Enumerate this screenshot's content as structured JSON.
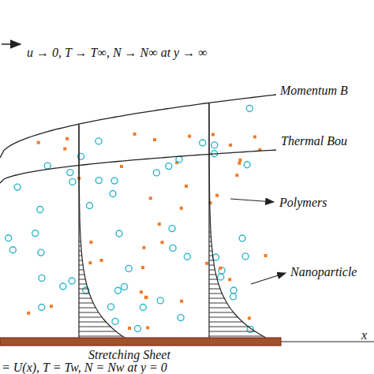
{
  "diagram": {
    "labels": [
      "u → 0, T → T∞, N → N∞ at y → ∞",
      "Momentum B",
      "Thermal Bou",
      "Polymers",
      "Nanoparticle",
      "x",
      "Stretching Sheet",
      "= U(x), T = Tw, N = Nw at y = 0"
    ]
  }
}
